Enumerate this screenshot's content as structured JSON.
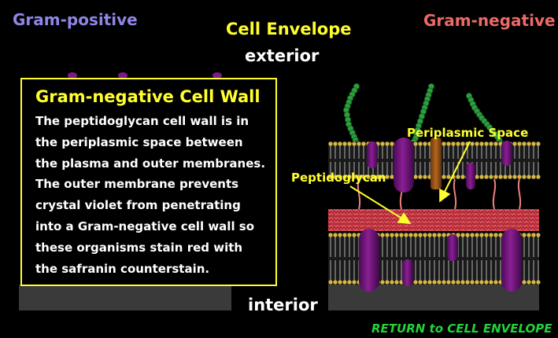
{
  "header": {
    "left_label": "Gram-positive",
    "title": "Cell Envelope",
    "right_label": "Gram-negative"
  },
  "diagram": {
    "exterior_label": "exterior",
    "interior_label": "interior",
    "periplasmic_label": "Periplasmic Space",
    "peptidoglycan_label": "Peptidoglycan"
  },
  "infobox": {
    "title": "Gram-negative Cell Wall",
    "lines": [
      "The peptidoglycan cell wall is in",
      "the periplasmic space between",
      "the plasma and outer membranes.",
      "The outer membrane prevents",
      "crystal violet from penetrating",
      "into a Gram-negative cell wall so",
      "these organisms stain red with",
      "the safranin counterstain."
    ]
  },
  "footer": {
    "return_link": "RETURN to CELL ENVELOPE"
  },
  "colors": {
    "yellow": "#ffff2e",
    "gram_positive": "#8f86e6",
    "gram_negative": "#ec6a67",
    "link_green": "#23d23c",
    "protein_purple": "#6e1278",
    "peptidoglycan_red": "#c8323e"
  }
}
